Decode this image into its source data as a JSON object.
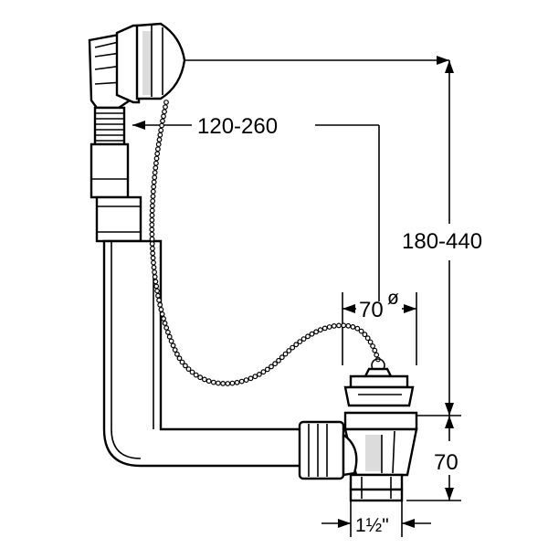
{
  "dimensions": {
    "horizontal_reach": "120-260",
    "overall_height": "180-440",
    "waste_diameter": "70",
    "diameter_symbol": "ø",
    "outlet_height": "70",
    "outlet_thread": "1½\""
  }
}
